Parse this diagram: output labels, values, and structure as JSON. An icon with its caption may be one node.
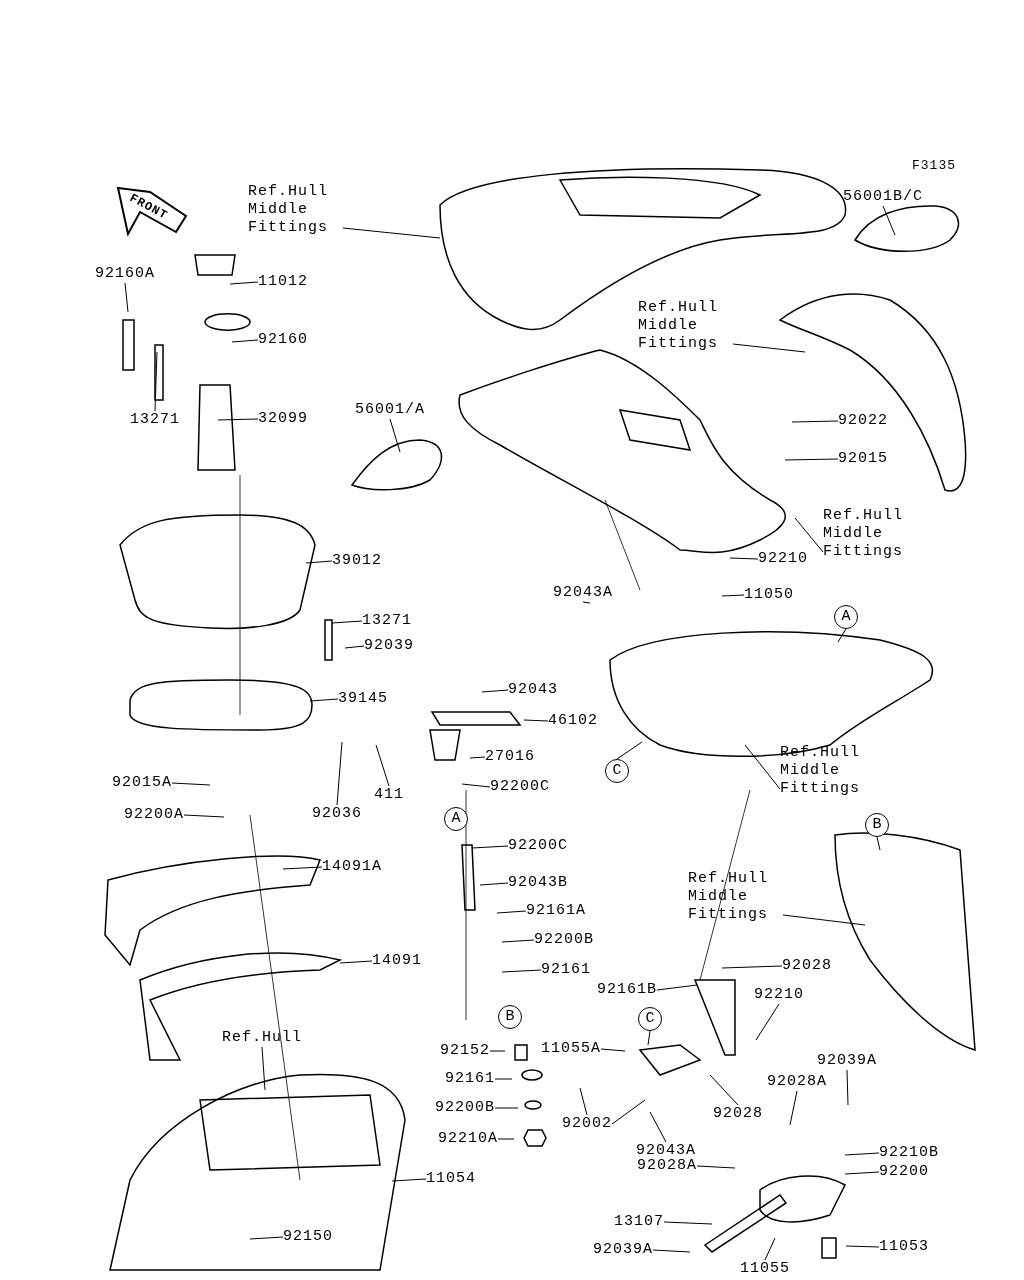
{
  "diagram": {
    "nodes": [
      {
        "text": [
          "Ref.Hull Middle Fittings"
        ]
      },
      {
        "text": [
          "56001B/C"
        ]
      },
      {
        "text": [
          "92160A"
        ]
      },
      {
        "text": [
          "11012"
        ]
      },
      {
        "text": [
          "92160"
        ]
      },
      {
        "text": [
          "13271"
        ]
      },
      {
        "text": [
          "32099"
        ]
      },
      {
        "text": [
          "Ref.Hull Middle Fittings"
        ]
      },
      {
        "text": [
          "56001/A"
        ]
      },
      {
        "text": [
          "92022"
        ]
      },
      {
        "text": [
          "92015"
        ]
      },
      {
        "text": [
          "Ref.Hull Middle Fittings"
        ]
      },
      {
        "text": [
          "39012"
        ]
      },
      {
        "text": [
          "92210"
        ]
      },
      {
        "text": [
          "92043A"
        ]
      },
      {
        "text": [
          "11050"
        ]
      },
      {
        "text": [
          "A"
        ]
      },
      {
        "text": [
          "13271"
        ]
      },
      {
        "text": [
          "92039"
        ]
      },
      {
        "text": [
          "39145"
        ]
      },
      {
        "text": [
          "92043"
        ]
      },
      {
        "text": [
          "46102"
        ]
      },
      {
        "text": [
          "27016"
        ]
      },
      {
        "text": [
          "Ref.Hull Middle Fittings"
        ]
      },
      {
        "text": [
          "C"
        ]
      },
      {
        "text": [
          "92015A"
        ]
      },
      {
        "text": [
          "92200C"
        ]
      },
      {
        "text": [
          "411"
        ]
      },
      {
        "text": [
          "92036"
        ]
      },
      {
        "text": [
          "92200A"
        ]
      },
      {
        "text": [
          "A"
        ]
      },
      {
        "text": [
          "92200C"
        ]
      },
      {
        "text": [
          "B"
        ]
      },
      {
        "text": [
          "14091A"
        ]
      },
      {
        "text": [
          "92043B"
        ]
      },
      {
        "text": [
          "Ref.Hull Middle Fittings"
        ]
      },
      {
        "text": [
          "92161A"
        ]
      },
      {
        "text": [
          "92200B"
        ]
      },
      {
        "text": [
          "14091"
        ]
      },
      {
        "text": [
          "92028"
        ]
      },
      {
        "text": [
          "92161"
        ]
      },
      {
        "text": [
          "92161B"
        ]
      },
      {
        "text": [
          "92210"
        ]
      },
      {
        "text": [
          "B"
        ]
      },
      {
        "text": [
          "C"
        ]
      },
      {
        "text": [
          "92039A"
        ]
      },
      {
        "text": [
          "Ref.Hull"
        ]
      },
      {
        "text": [
          "92152"
        ]
      },
      {
        "text": [
          "11055A"
        ]
      },
      {
        "text": [
          "92161"
        ]
      },
      {
        "text": [
          "92028A"
        ]
      },
      {
        "text": [
          "92200B"
        ]
      },
      {
        "text": [
          "92028"
        ]
      },
      {
        "text": [
          "92002"
        ]
      },
      {
        "text": [
          "92043A"
        ]
      },
      {
        "text": [
          "92210A"
        ]
      },
      {
        "text": [
          "92210B"
        ]
      },
      {
        "text": [
          "92028A"
        ]
      },
      {
        "text": [
          "92200"
        ]
      },
      {
        "text": [
          "11054"
        ]
      },
      {
        "text": [
          "13107"
        ]
      },
      {
        "text": [
          "92150"
        ]
      },
      {
        "text": [
          "11053"
        ]
      },
      {
        "text": [
          "92039A"
        ]
      },
      {
        "text": [
          "11055"
        ]
      }
    ],
    "edges": [
      {
        "from": 0,
        "to": null,
        "arrow": "none"
      },
      {
        "from": 1,
        "to": null,
        "arrow": "none"
      },
      {
        "from": 2,
        "to": null,
        "arrow": "none"
      },
      {
        "from": 3,
        "to": null,
        "arrow": "none"
      },
      {
        "from": 4,
        "to": null,
        "arrow": "none"
      },
      {
        "from": 5,
        "to": null,
        "arrow": "none"
      },
      {
        "from": 6,
        "to": null,
        "arrow": "none"
      },
      {
        "from": 7,
        "to": null,
        "arrow": "none"
      },
      {
        "from": 8,
        "to": null,
        "arrow": "none"
      },
      {
        "from": 9,
        "to": null,
        "arrow": "none"
      },
      {
        "from": 10,
        "to": null,
        "arrow": "none"
      },
      {
        "from": 11,
        "to": null,
        "arrow": "none"
      },
      {
        "from": 12,
        "to": null,
        "arrow": "none"
      },
      {
        "from": 13,
        "to": null,
        "arrow": "none"
      },
      {
        "from": 14,
        "to": null,
        "arrow": "none"
      },
      {
        "from": 15,
        "to": null,
        "arrow": "none"
      },
      {
        "from": 16,
        "to": null,
        "arrow": "none"
      },
      {
        "from": 17,
        "to": null,
        "arrow": "none"
      },
      {
        "from": 18,
        "to": null,
        "arrow": "none"
      },
      {
        "from": 19,
        "to": null,
        "arrow": "none"
      },
      {
        "from": 20,
        "to": null,
        "arrow": "none"
      },
      {
        "from": 21,
        "to": null,
        "arrow": "none"
      },
      {
        "from": 22,
        "to": null,
        "arrow": "none"
      },
      {
        "from": 23,
        "to": null,
        "arrow": "none"
      },
      {
        "from": 24,
        "to": null,
        "arrow": "none"
      },
      {
        "from": 25,
        "to": null,
        "arrow": "none"
      },
      {
        "from": 26,
        "to": null,
        "arrow": "none"
      },
      {
        "from": 27,
        "to": null,
        "arrow": "none"
      },
      {
        "from": 28,
        "to": null,
        "arrow": "none"
      },
      {
        "from": 29,
        "to": null,
        "arrow": "none"
      },
      {
        "from": 31,
        "to": null,
        "arrow": "none"
      },
      {
        "from": 32,
        "to": null,
        "arrow": "none"
      },
      {
        "from": 33,
        "to": null,
        "arrow": "none"
      },
      {
        "from": 34,
        "to": null,
        "arrow": "none"
      },
      {
        "from": 35,
        "to": null,
        "arrow": "none"
      },
      {
        "from": 36,
        "to": null,
        "arrow": "none"
      },
      {
        "from": 37,
        "to": null,
        "arrow": "none"
      },
      {
        "from": 38,
        "to": null,
        "arrow": "none"
      },
      {
        "from": 39,
        "to": null,
        "arrow": "none"
      },
      {
        "from": 40,
        "to": null,
        "arrow": "none"
      },
      {
        "from": 41,
        "to": null,
        "arrow": "none"
      },
      {
        "from": 42,
        "to": null,
        "arrow": "none"
      },
      {
        "from": 44,
        "to": null,
        "arrow": "none"
      },
      {
        "from": 45,
        "to": null,
        "arrow": "none"
      },
      {
        "from": 46,
        "to": null,
        "arrow": "none"
      },
      {
        "from": 47,
        "to": null,
        "arrow": "none"
      },
      {
        "from": 48,
        "to": null,
        "arrow": "none"
      },
      {
        "from": 49,
        "to": null,
        "arrow": "none"
      },
      {
        "from": 50,
        "to": null,
        "arrow": "none"
      },
      {
        "from": 51,
        "to": null,
        "arrow": "none"
      },
      {
        "from": 52,
        "to": null,
        "arrow": "none"
      },
      {
        "from": 53,
        "to": null,
        "arrow": "none"
      },
      {
        "from": 53,
        "to": null,
        "arrow": "none"
      },
      {
        "from": 54,
        "to": null,
        "arrow": "none"
      },
      {
        "from": 55,
        "to": null,
        "arrow": "none"
      },
      {
        "from": 56,
        "to": null,
        "arrow": "none"
      },
      {
        "from": 57,
        "to": null,
        "arrow": "none"
      },
      {
        "from": 58,
        "to": null,
        "arrow": "none"
      },
      {
        "from": 59,
        "to": null,
        "arrow": "none"
      },
      {
        "from": 60,
        "to": null,
        "arrow": "none"
      },
      {
        "from": 61,
        "to": null,
        "arrow": "none"
      },
      {
        "from": 62,
        "to": null,
        "arrow": "none"
      },
      {
        "from": 63,
        "to": null,
        "arrow": "none"
      },
      {
        "from": 64,
        "to": null,
        "arrow": "none"
      }
    ],
    "labels": [
      "F3135",
      "FRONT"
    ]
  }
}
